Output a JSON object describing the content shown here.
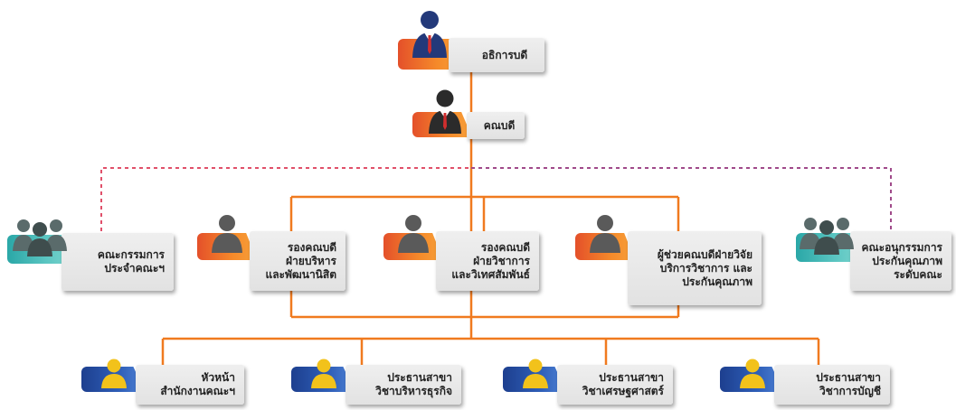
{
  "dean_office": {
    "director": {
      "line1": "อธิการบดี"
    },
    "dean": {
      "line1": "คณบดี"
    }
  },
  "committees": {
    "faculty_committee": {
      "line1": "คณะกรรมการ",
      "line2": "ประจำคณะฯ"
    },
    "qa_subcommittee": {
      "line1": "คณะอนุกรรมการ",
      "line2": "ประกันคุณภาพ",
      "line3": "ระดับคณะ"
    }
  },
  "deputies": {
    "admin": {
      "line1": "รองคณบดี",
      "line2": "ฝ่ายบริหาร",
      "line3": "และพัฒนานิสิต"
    },
    "academic": {
      "line1": "รองคณบดี",
      "line2": "ฝ่ายวิชาการ",
      "line3": "และวิเทศสัมพันธ์"
    },
    "research": {
      "line1": "ผู้ช่วยคณบดีฝ่ายวิจัย",
      "line2": "บริการวิชาการ และ",
      "line3": "ประกันคุณภาพ"
    }
  },
  "heads": {
    "office": {
      "line1": "หัวหน้า",
      "line2": "สำนักงานคณะฯ"
    },
    "business": {
      "line1": "ประธานสาขา",
      "line2": "วิชาบริหารธุรกิจ"
    },
    "economics": {
      "line1": "ประธานสาขา",
      "line2": "วิชาเศรษฐศาสตร์"
    },
    "accounting": {
      "line1": "ประธานสาขา",
      "line2": "วิชาการบัญชี"
    }
  },
  "colors": {
    "solid_line": "#f07a1f",
    "dashed_left": "#e0506a",
    "dashed_right": "#a04a8a",
    "orange_tab": "#f58a2a",
    "teal_tab": "#4cbcb8",
    "blue_tab": "#2f5fb8",
    "person_dark": "#2b2b2b",
    "person_grey": "#5a5a5a",
    "person_teal": "#5a6b6b",
    "person_yellow": "#f2c21b",
    "person_navy": "#23397a"
  },
  "icons": {
    "director": "businessman-icon",
    "dean": "businessman-icon",
    "committee": "group-icon",
    "deputy": "person-icon",
    "head": "person-icon"
  }
}
